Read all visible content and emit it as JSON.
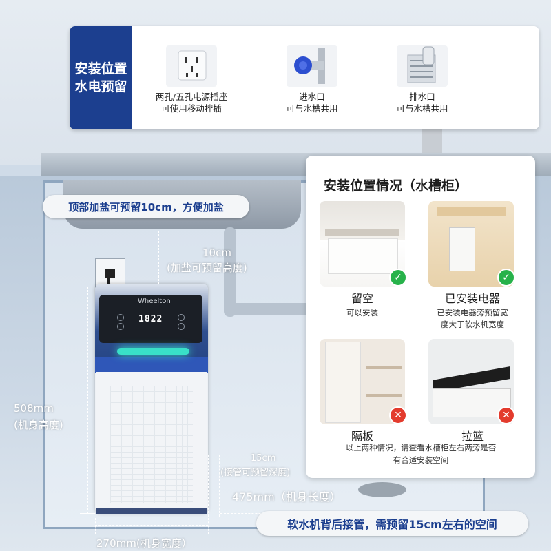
{
  "banner": {
    "title_line1": "安装位置",
    "title_line2": "水电预留",
    "items": [
      {
        "icon": "power-socket-icon",
        "line1": "两孔/五孔电源插座",
        "line2": "可使用移动排插"
      },
      {
        "icon": "water-inlet-valve-icon",
        "line1": "进水口",
        "line2": "可与水槽共用"
      },
      {
        "icon": "floor-drain-icon",
        "line1": "排水口",
        "line2": "可与水槽共用"
      }
    ]
  },
  "top_pill": "顶部加盐可预留10cm，方便加盐",
  "bottom_pill": "软水机背后接管，需预留15cm左右的空间",
  "measurements": {
    "salt_top": "10cm",
    "salt_top_desc": "(加盐可预留高度)",
    "height": "508mm",
    "height_desc": "(机身高度)",
    "pipe_depth": "15cm",
    "pipe_depth_desc": "(接管可预留深度)",
    "length": "475mm（机身长度）",
    "width": "270mm(机身宽度）"
  },
  "device": {
    "brand": "Wheelton",
    "display": "1822"
  },
  "card": {
    "title": "安装位置情况（水槽柜）",
    "items": [
      {
        "label": "留空",
        "desc": "可以安装",
        "status": "ok"
      },
      {
        "label": "已安装电器",
        "desc1": "已安装电器旁预留宽",
        "desc2": "度大于软水机宽度",
        "status": "ok"
      },
      {
        "label": "隔板",
        "status": "no"
      },
      {
        "label": "拉篮",
        "status": "no"
      }
    ],
    "bottom_desc1": "以上两种情况，请查看水槽柜左右两旁是否",
    "bottom_desc2": "有合适安装空间"
  },
  "colors": {
    "brand_blue": "#1c3f8f",
    "ok_green": "#27b24a",
    "no_red": "#e33b2d",
    "glow": "#39e0c8"
  }
}
